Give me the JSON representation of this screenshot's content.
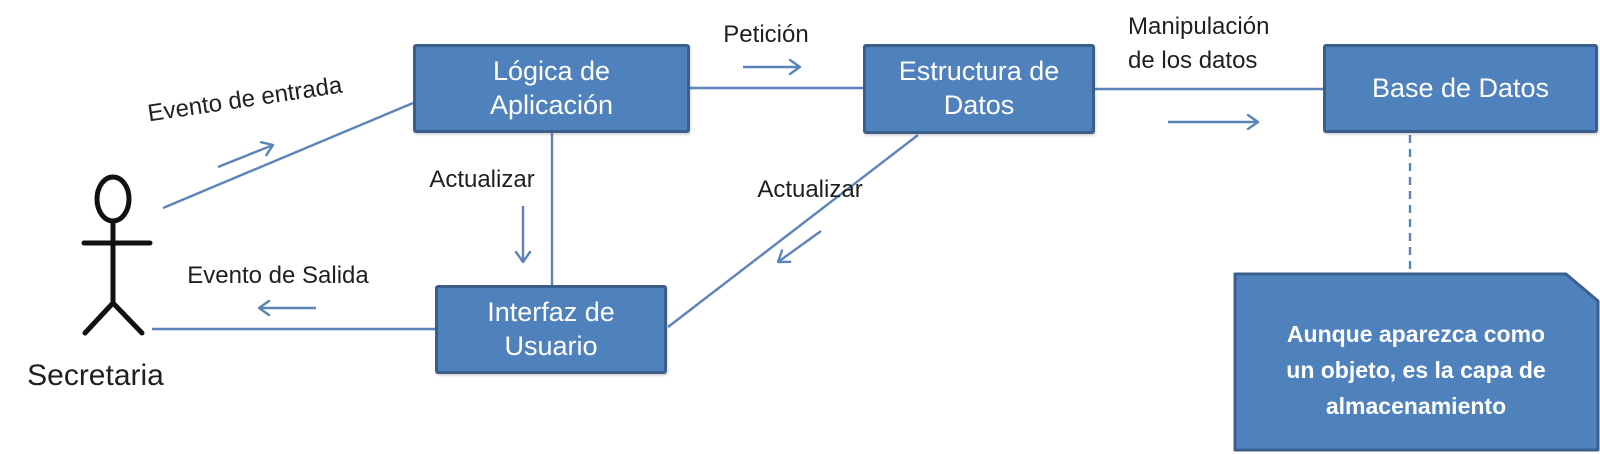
{
  "diagram": {
    "actor": {
      "label": "Secretaria"
    },
    "boxes": {
      "logica": {
        "lines": [
          "Lógica de",
          "Aplicación"
        ]
      },
      "estructura": {
        "lines": [
          "Estructura de",
          "Datos"
        ]
      },
      "base": {
        "lines": [
          "Base de Datos"
        ]
      },
      "interfaz": {
        "lines": [
          "Interfaz de",
          "Usuario"
        ]
      }
    },
    "labels": {
      "evento_entrada": "Evento de entrada",
      "peticion": "Petición",
      "manipulacion_line1": "Manipulación",
      "manipulacion_line2": "de los datos",
      "actualizar_izquierda": "Actualizar",
      "actualizar_derecha": "Actualizar",
      "evento_salida": "Evento de Salida"
    },
    "note": {
      "lines": [
        "Aunque aparezca como",
        "un objeto, es la capa de",
        "almacenamiento"
      ]
    },
    "colors": {
      "box_fill": "#4F81BD",
      "box_border": "#3A5F8B",
      "connector_line": "#5B84B8",
      "actor_stroke": "#111111",
      "label_text": "#1f1f1f",
      "box_text": "#ffffff"
    }
  }
}
